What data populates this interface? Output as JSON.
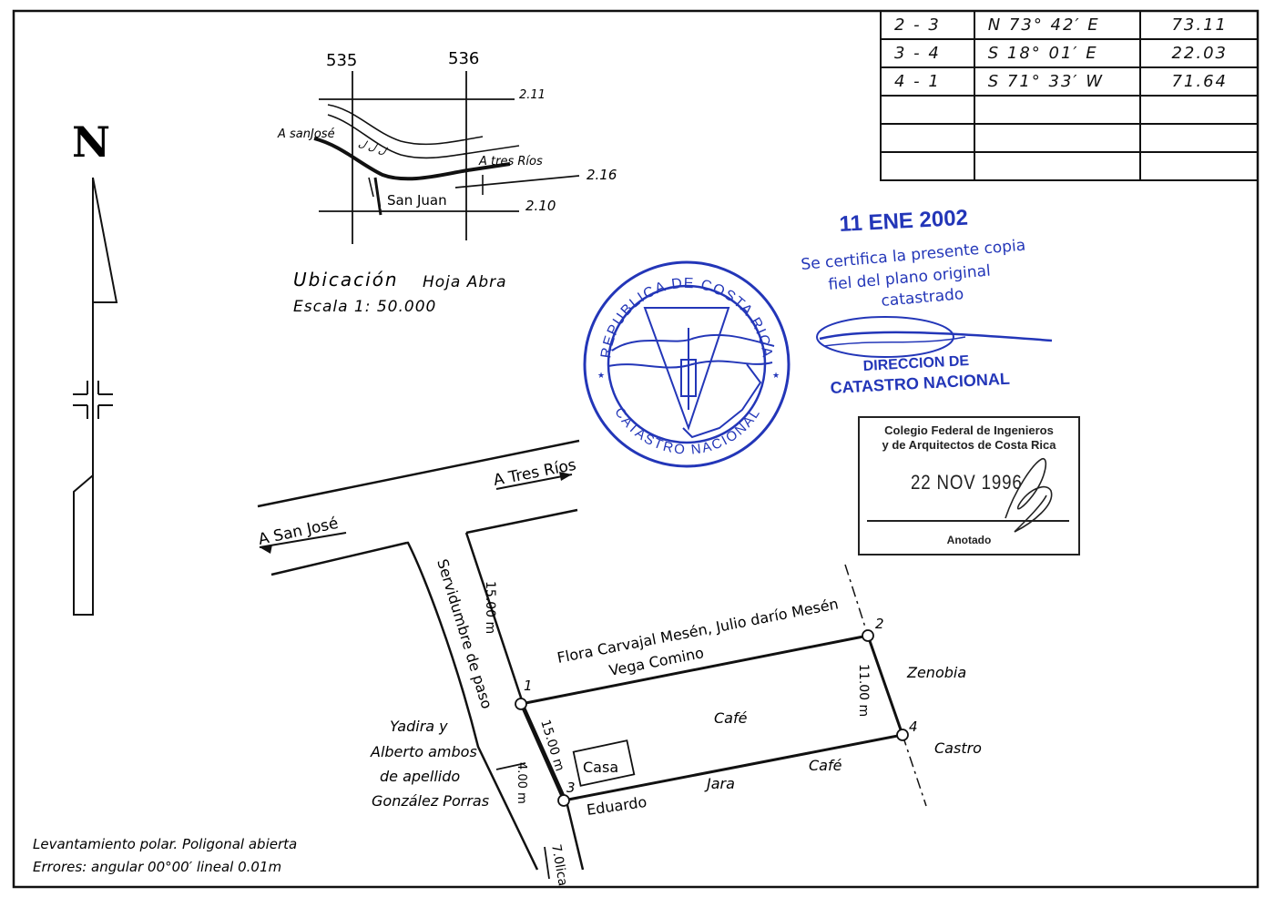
{
  "north": {
    "letter": "N"
  },
  "location_map": {
    "grid_top": [
      "535",
      "536"
    ],
    "grid_right": [
      "2.11",
      "2.16",
      "2.10"
    ],
    "label_sanjose": "A sanJosé",
    "label_tresrios": "A tres Ríos",
    "label_sanjuan": "San Juan",
    "river_text": "ل ل ل",
    "title_ubicacion": "Ubicación",
    "title_hoja": "Hoja Abra",
    "escala": "Escala 1: 50.000"
  },
  "bearings": [
    {
      "line": "2  -  3",
      "bearing": "N   73° 42′  E",
      "distance": "73.11"
    },
    {
      "line": "3  -  4",
      "bearing": "S   18° 01′  E",
      "distance": "22.03"
    },
    {
      "line": "4  -  1",
      "bearing": "S   71° 33′  W",
      "distance": "71.64"
    },
    {
      "line": "",
      "bearing": "",
      "distance": ""
    },
    {
      "line": "",
      "bearing": "",
      "distance": ""
    },
    {
      "line": "",
      "bearing": "",
      "distance": ""
    }
  ],
  "catastro_stamp": {
    "date": "11 ENE 2002",
    "cert_line1": "Se certifica la presente copia",
    "cert_line2": "fiel del plano original",
    "cert_line3": "catastrado",
    "dept_line1": "DIRECCION DE",
    "dept_line2": "CATASTRO NACIONAL",
    "seal_top": "REPUBLICA DE COSTA RICA",
    "seal_bottom": "CATASTRO NACIONAL",
    "color": "#2336b8"
  },
  "colegio_stamp": {
    "line1": "Colegio Federal de Ingenieros",
    "line2": "y de Arquitectos de Costa Rica",
    "date": "22 NOV 1996",
    "anotado": "Anotado"
  },
  "roads": {
    "tres_rios": "A Tres Ríos",
    "san_jose": "A San José",
    "servidumbre": "Servidumbre de paso",
    "width_top": "15.00 m",
    "width_lot": "15.00 m",
    "width_small": "4.00 m",
    "width_bottom": "7.0lica"
  },
  "lot": {
    "v1": "1",
    "v2": "2",
    "v3": "3",
    "v4": "4",
    "north_owner_1": "Flora Carvajal Mesén, Julio darío Mesén",
    "north_owner_2": "Vega  Comino",
    "east_side": "11.00 m",
    "center": "Café",
    "house": "Casa",
    "south_eduardo": "Eduardo",
    "south_jara": "Jara",
    "south_cafe": "Café",
    "east_zenobia": "Zenobia",
    "east_castro": "Castro",
    "west_1": "Yadira y",
    "west_2": "Alberto ambos",
    "west_3": "de apellido",
    "west_4": "González Porras"
  },
  "footer": {
    "line1": "Levantamiento polar. Poligonal abierta",
    "line2": "Errores: angular 00°00′  lineal 0.01m"
  }
}
